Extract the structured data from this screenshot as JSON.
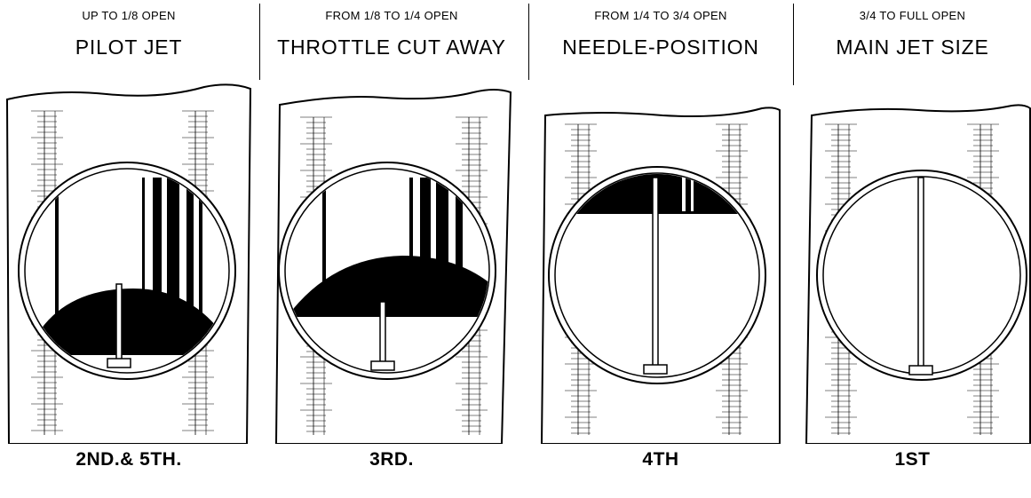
{
  "panels": [
    {
      "range": "UP TO 1/8 OPEN",
      "title": "PILOT JET",
      "order": "2ND.& 5TH."
    },
    {
      "range": "FROM 1/8 TO 1/4 OPEN",
      "title": "THROTTLE CUT AWAY",
      "order": "3RD."
    },
    {
      "range": "FROM 1/4 TO 3/4 OPEN",
      "title": "NEEDLE-POSITION",
      "order": "4TH"
    },
    {
      "range": "3/4 TO FULL OPEN",
      "title": "MAIN JET SIZE",
      "order": "1ST"
    }
  ],
  "colors": {
    "ink": "#000000",
    "paper": "#ffffff"
  }
}
